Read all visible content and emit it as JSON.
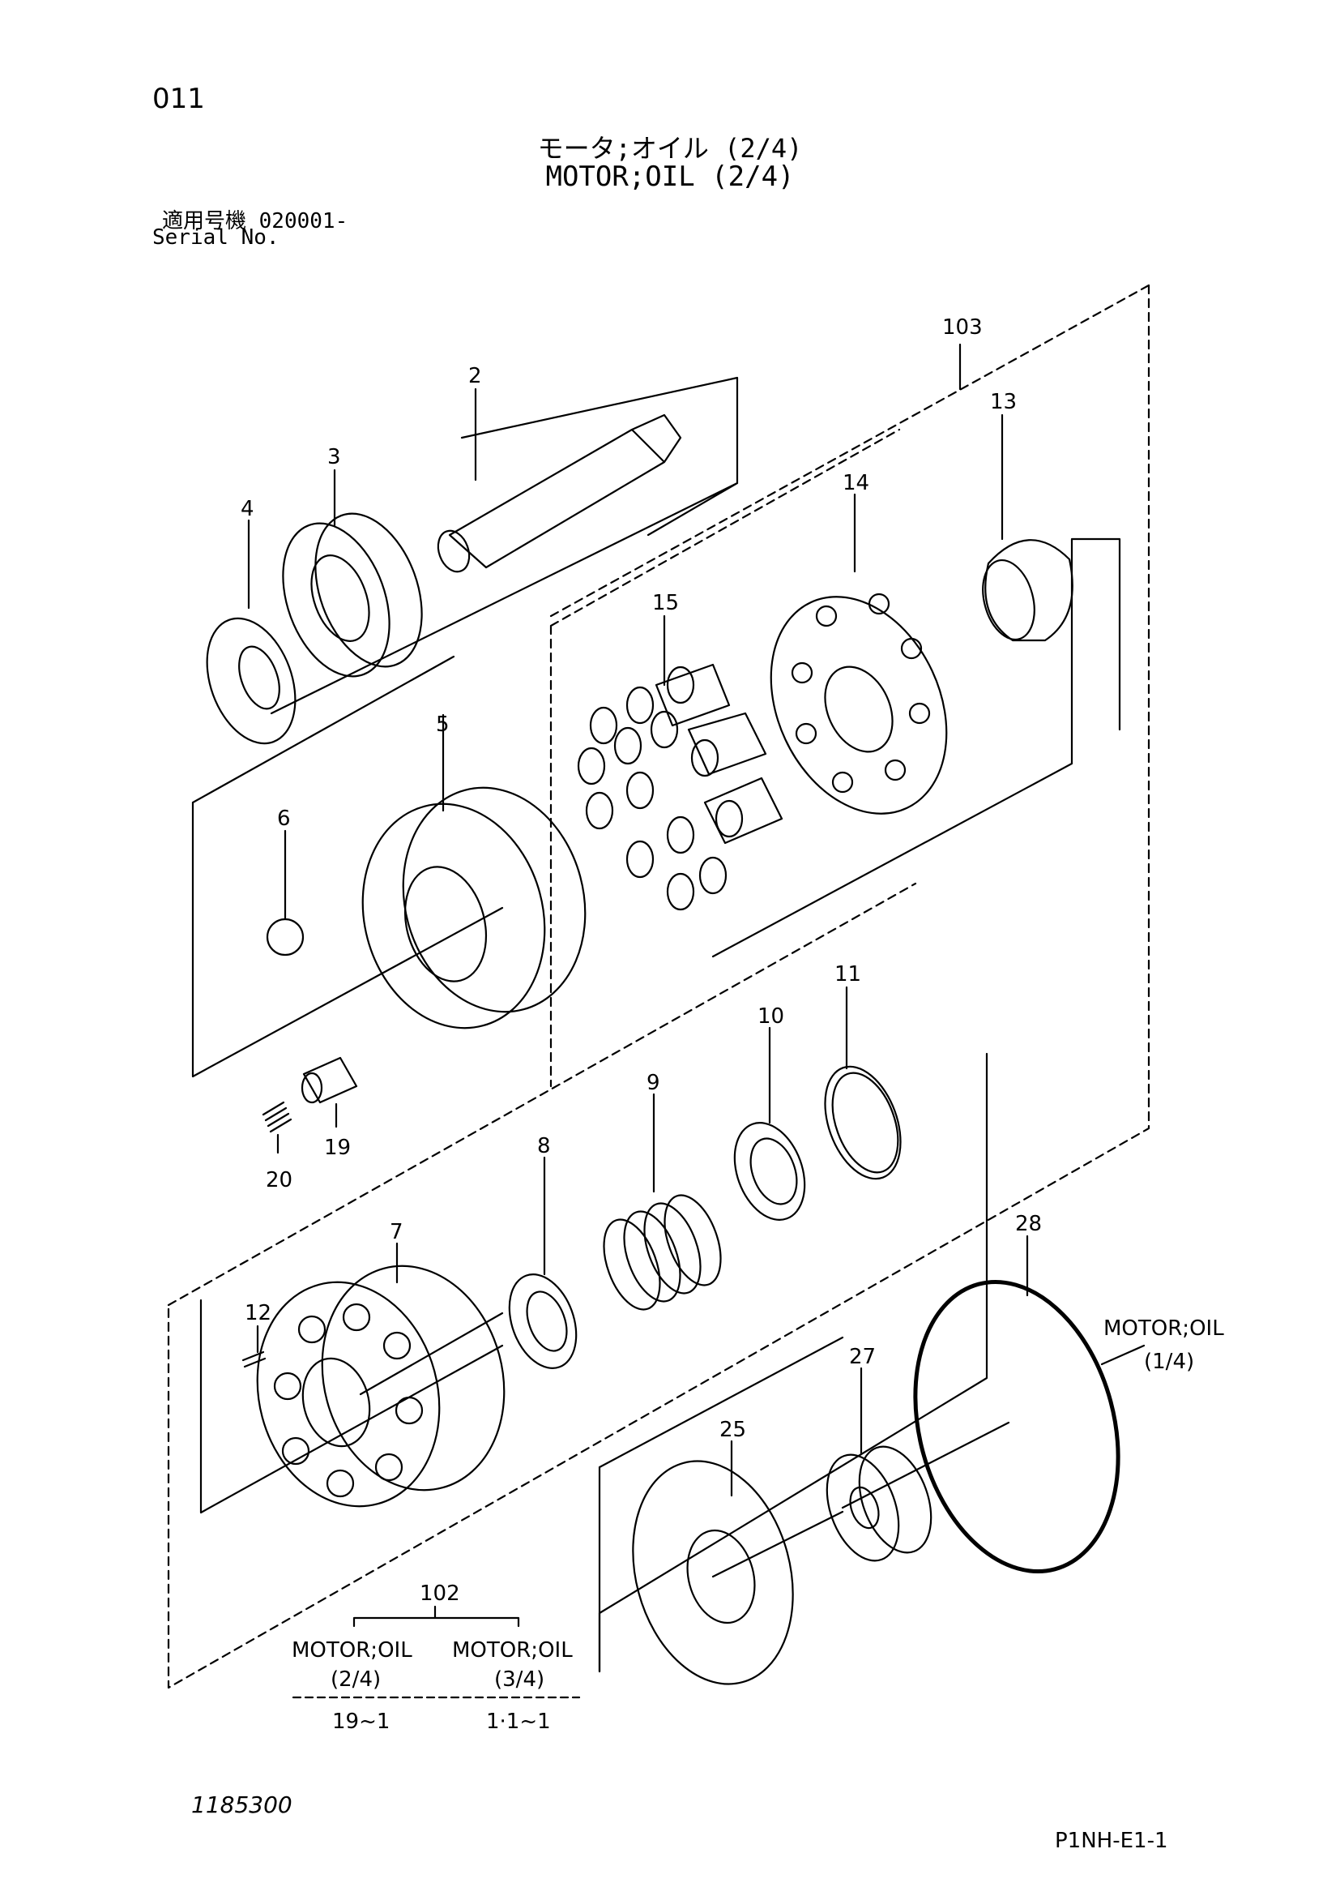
{
  "header": {
    "page_number": "011",
    "title_jp": "モータ;オイル (2/4)",
    "title_en": "MOTOR;OIL (2/4)",
    "serial_label_jp": "適用号機  020001-",
    "serial_label_en": "Serial No."
  },
  "callouts": {
    "c2": "2",
    "c3": "3",
    "c4": "4",
    "c5": "5",
    "c6": "6",
    "c7": "7",
    "c8": "8",
    "c9": "9",
    "c10": "10",
    "c11": "11",
    "c12": "12",
    "c13": "13",
    "c14": "14",
    "c15": "15",
    "c19": "19",
    "c20": "20",
    "c25": "25",
    "c27": "27",
    "c28": "28",
    "c102": "102",
    "c103": "103"
  },
  "reference": {
    "right_line1": "MOTOR;OIL",
    "right_line2": "(1/4)"
  },
  "legend": {
    "left_title": "MOTOR;OIL",
    "left_sub": "(2/4)",
    "left_code": "19~1",
    "right_title": "MOTOR;OIL",
    "right_sub": "(3/4)",
    "right_code": "1·1~1"
  },
  "footer": {
    "left_code": "1185300",
    "right_code": "P1NH-E1-1"
  }
}
